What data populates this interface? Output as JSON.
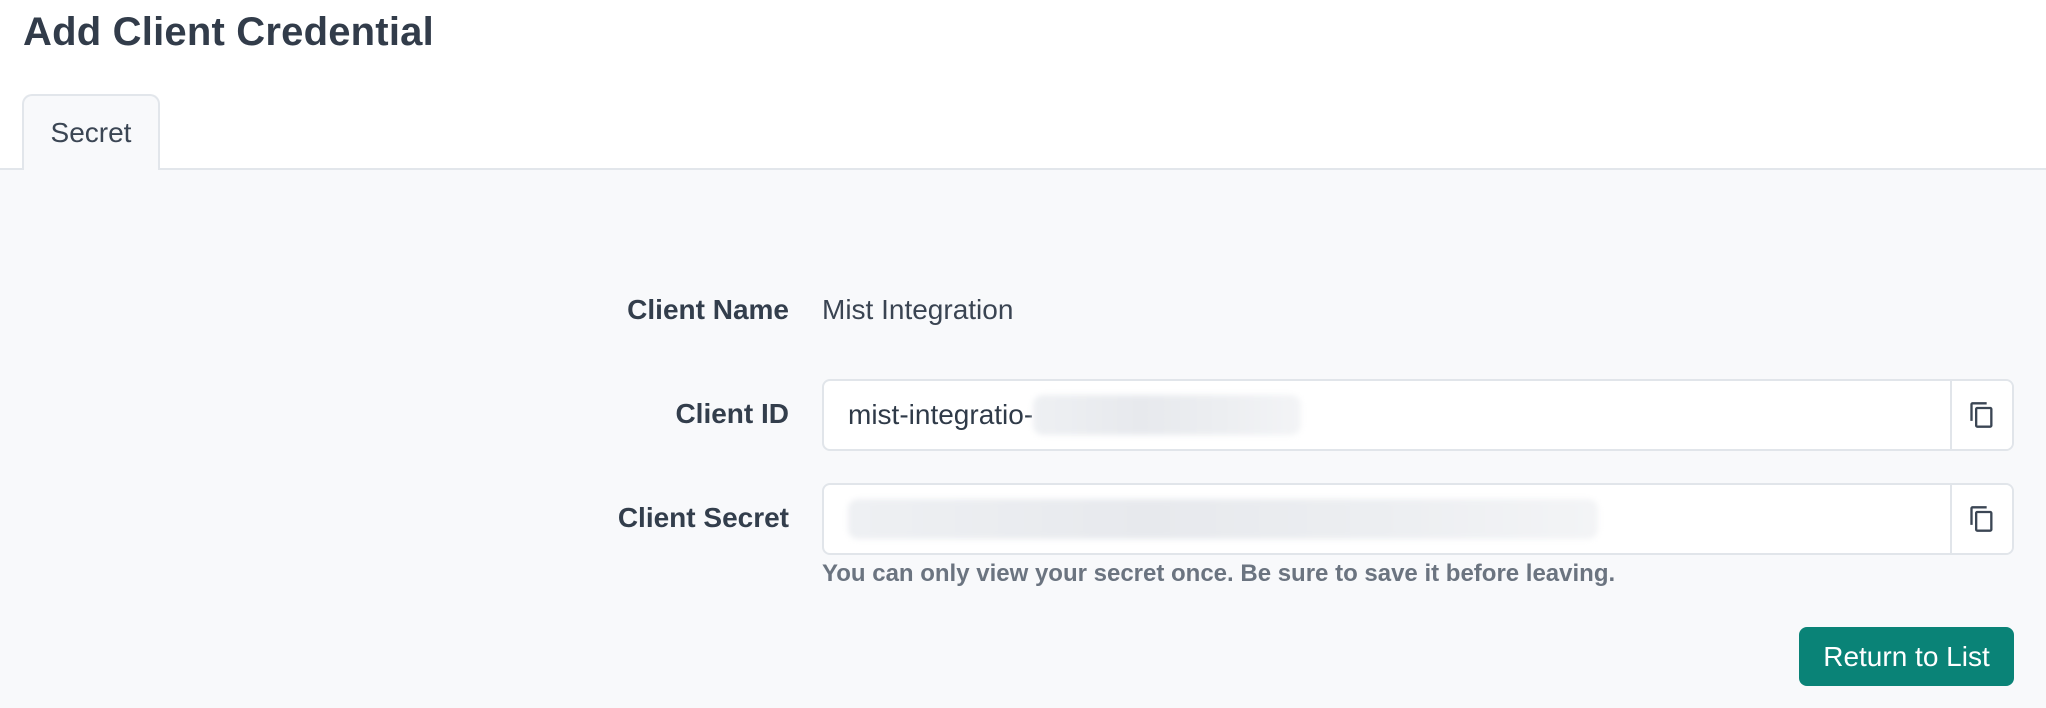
{
  "page": {
    "title": "Add Client Credential"
  },
  "tabs": [
    {
      "label": "Secret",
      "active": true
    }
  ],
  "form": {
    "client_name": {
      "label": "Client Name",
      "value": "Mist Integration"
    },
    "client_id": {
      "label": "Client ID",
      "value": "mist-integratio-",
      "copy_icon": "copy-icon"
    },
    "client_secret": {
      "label": "Client Secret",
      "copy_icon": "copy-icon"
    },
    "help_text": "You can only view your secret once. Be sure to save it before leaving."
  },
  "actions": {
    "return_label": "Return to List"
  },
  "colors": {
    "primary": "#0a8377",
    "panel_bg": "#f8f9fb",
    "border": "#e1e5ea",
    "title": "#323c4a"
  }
}
